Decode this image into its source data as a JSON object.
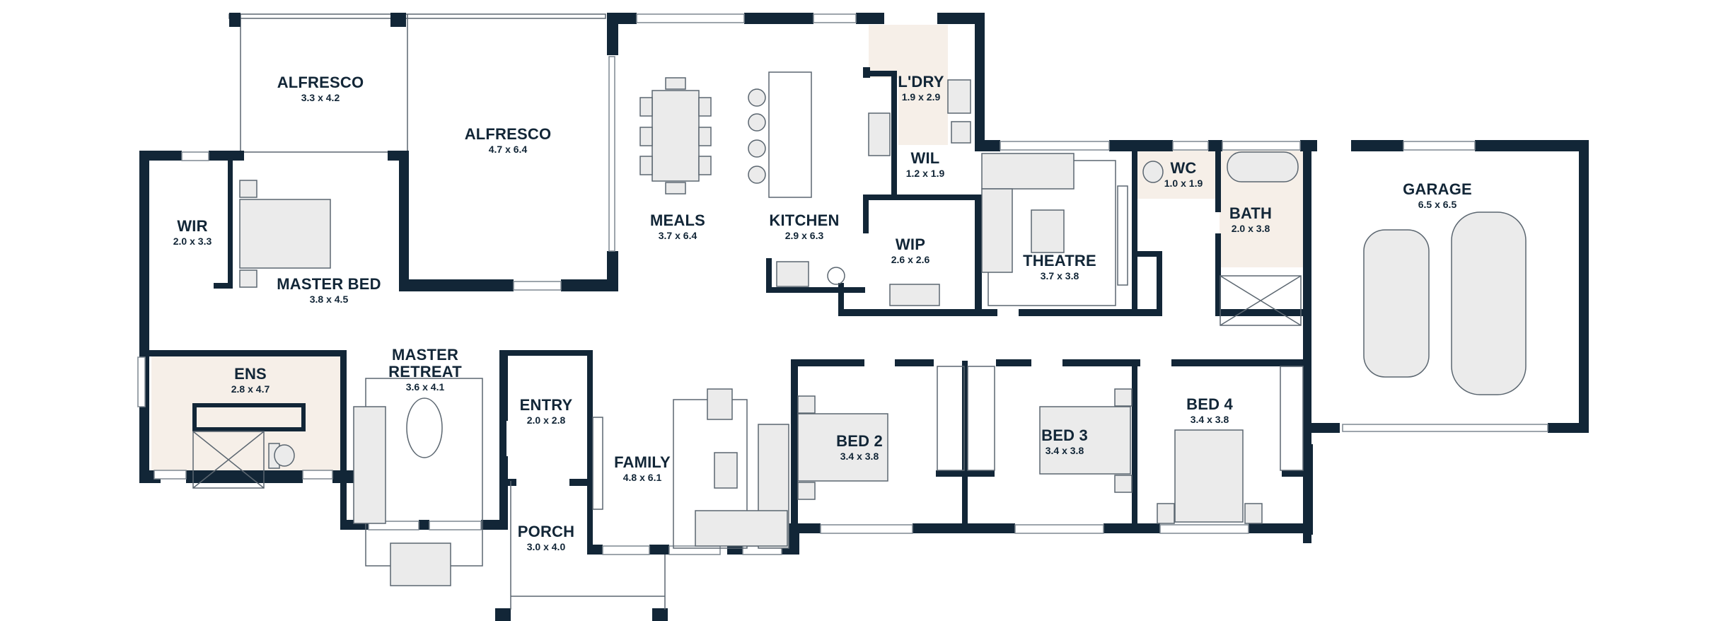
{
  "plan": {
    "wall_color": "#122637",
    "wet_area_color": "#f6efe8",
    "furniture_color": "#ebebeb"
  },
  "rooms": [
    {
      "name": "ALFRESCO",
      "dims": "3.3 x 4.2"
    },
    {
      "name": "ALFRESCO",
      "dims": "4.7 x 6.4"
    },
    {
      "name": "WIR",
      "dims": "2.0 x 3.3"
    },
    {
      "name": "MASTER BED",
      "dims": "3.8 x 4.5"
    },
    {
      "name": "MEALS",
      "dims": "3.7 x 6.4"
    },
    {
      "name": "KITCHEN",
      "dims": "2.9 x 6.3"
    },
    {
      "name": "L'DRY",
      "dims": "1.9 x 2.9"
    },
    {
      "name": "WIL",
      "dims": "1.2 x 1.9"
    },
    {
      "name": "WIP",
      "dims": "2.6 x 2.6"
    },
    {
      "name": "THEATRE",
      "dims": "3.7 x 3.8"
    },
    {
      "name": "WC",
      "dims": "1.0 x 1.9"
    },
    {
      "name": "BATH",
      "dims": "2.0 x 3.8"
    },
    {
      "name": "GARAGE",
      "dims": "6.5 x 6.5"
    },
    {
      "name": "ENS",
      "dims": "2.8 x 4.7"
    },
    {
      "name": "MASTER RETREAT",
      "dims": "3.6 x 4.1"
    },
    {
      "name": "ENTRY",
      "dims": "2.0 x 2.8"
    },
    {
      "name": "FAMILY",
      "dims": "4.8 x 6.1"
    },
    {
      "name": "PORCH",
      "dims": "3.0 x 4.0"
    },
    {
      "name": "BED 2",
      "dims": "3.4 x 3.8"
    },
    {
      "name": "BED 3",
      "dims": "3.4 x 3.8"
    },
    {
      "name": "BED 4",
      "dims": "3.4 x 3.8"
    }
  ]
}
